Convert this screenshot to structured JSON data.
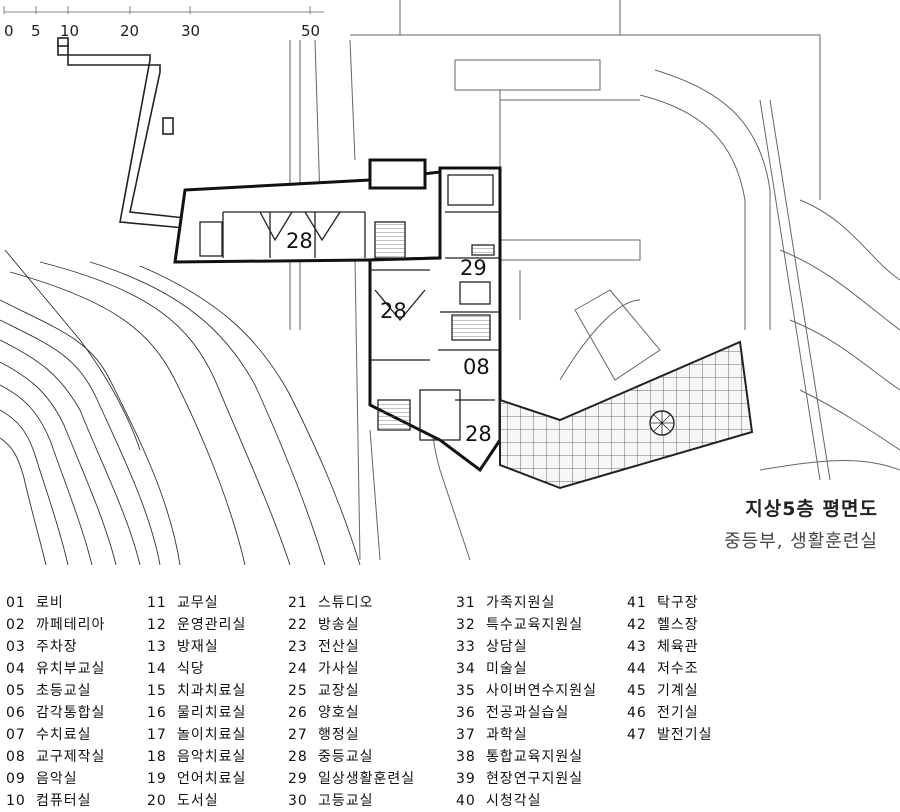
{
  "scale_bar": {
    "ticks": [
      "0",
      "5",
      "10",
      "20",
      "30",
      "50"
    ]
  },
  "room_labels": [
    "28",
    "28",
    "29",
    "08",
    "28"
  ],
  "title": "지상5층 평면도",
  "subtitle": "중등부, 생활훈련실",
  "legend": [
    [
      {
        "num": "01",
        "name": "로비"
      },
      {
        "num": "02",
        "name": "까페테리아"
      },
      {
        "num": "03",
        "name": "주차장"
      },
      {
        "num": "04",
        "name": "유치부교실"
      },
      {
        "num": "05",
        "name": "초등교실"
      },
      {
        "num": "06",
        "name": "감각통합실"
      },
      {
        "num": "07",
        "name": "수치료실"
      },
      {
        "num": "08",
        "name": "교구제작실"
      },
      {
        "num": "09",
        "name": "음악실"
      },
      {
        "num": "10",
        "name": "컴퓨터실"
      }
    ],
    [
      {
        "num": "11",
        "name": "교무실"
      },
      {
        "num": "12",
        "name": "운영관리실"
      },
      {
        "num": "13",
        "name": "방재실"
      },
      {
        "num": "14",
        "name": "식당"
      },
      {
        "num": "15",
        "name": "치과치료실"
      },
      {
        "num": "16",
        "name": "물리치료실"
      },
      {
        "num": "17",
        "name": "놀이치료실"
      },
      {
        "num": "18",
        "name": "음악치료실"
      },
      {
        "num": "19",
        "name": "언어치료실"
      },
      {
        "num": "20",
        "name": "도서실"
      }
    ],
    [
      {
        "num": "21",
        "name": "스튜디오"
      },
      {
        "num": "22",
        "name": "방송실"
      },
      {
        "num": "23",
        "name": "전산실"
      },
      {
        "num": "24",
        "name": "가사실"
      },
      {
        "num": "25",
        "name": "교장실"
      },
      {
        "num": "26",
        "name": "양호실"
      },
      {
        "num": "27",
        "name": "행정실"
      },
      {
        "num": "28",
        "name": "중등교실"
      },
      {
        "num": "29",
        "name": "일상생활훈련실"
      },
      {
        "num": "30",
        "name": "고등교실"
      }
    ],
    [
      {
        "num": "31",
        "name": "가족지원실"
      },
      {
        "num": "32",
        "name": "특수교육지원실"
      },
      {
        "num": "33",
        "name": "상담실"
      },
      {
        "num": "34",
        "name": "미술실"
      },
      {
        "num": "35",
        "name": "사이버연수지원실"
      },
      {
        "num": "36",
        "name": "전공과실습실"
      },
      {
        "num": "37",
        "name": "과학실"
      },
      {
        "num": "38",
        "name": "통합교육지원실"
      },
      {
        "num": "39",
        "name": "현장연구지원실"
      },
      {
        "num": "40",
        "name": "시청각실"
      }
    ],
    [
      {
        "num": "41",
        "name": "탁구장"
      },
      {
        "num": "42",
        "name": "헬스장"
      },
      {
        "num": "43",
        "name": "체육관"
      },
      {
        "num": "44",
        "name": "저수조"
      },
      {
        "num": "45",
        "name": "기계실"
      },
      {
        "num": "46",
        "name": "전기실"
      },
      {
        "num": "47",
        "name": "발전기실"
      }
    ]
  ]
}
